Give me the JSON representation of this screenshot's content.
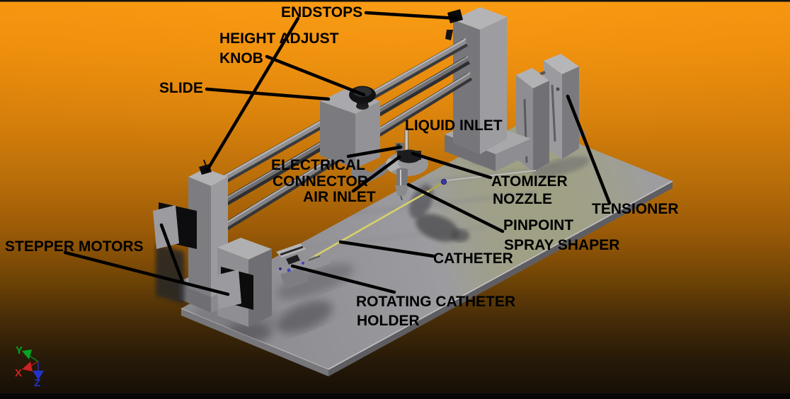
{
  "diagram_title": "CAD render of catheter spray-coating machine with part labels",
  "labels": {
    "endstops": "ENDSTOPS",
    "height_adjust_knob": {
      "line1": "HEIGHT ADJUST",
      "line2": "KNOB"
    },
    "slide": "SLIDE",
    "liquid_inlet": "LIQUID INLET",
    "electrical_connector": {
      "line1": "ELECTRICAL",
      "line2": "CONNECTOR"
    },
    "air_inlet": "AIR INLET",
    "atomizer_nozzle": {
      "line1": "ATOMIZER",
      "line2": "NOZZLE"
    },
    "tensioner": "TENSIONER",
    "pinpoint_spray_shaper": {
      "line1": "PINPOINT",
      "line2": "SPRAY SHAPER"
    },
    "stepper_motors": "STEPPER MOTORS",
    "catheter": "CATHETER",
    "rotating_catheter_holder": {
      "line1": "ROTATING CATHETER",
      "line2": "HOLDER"
    }
  },
  "axis_triad": {
    "x": {
      "label": "X",
      "color": "#cc2222"
    },
    "y": {
      "label": "Y",
      "color": "#00a822"
    },
    "z": {
      "label": "Z",
      "color": "#2233cc"
    }
  },
  "colors": {
    "background_top": "#f6950f",
    "background_bottom": "#140e06",
    "label_text": "#000000",
    "leader_line": "#000000",
    "base_plate_gray": "#9d9da1",
    "knob_black": "#121214",
    "motor_black": "#0d0d0f",
    "catheter_yellow": "#d8d06a",
    "catheter_bead_blue": "#3a3aa0"
  }
}
